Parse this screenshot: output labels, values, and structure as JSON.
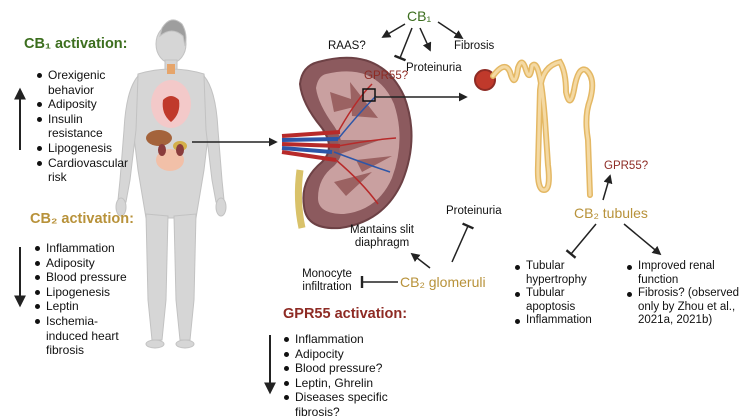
{
  "cb1_activation": {
    "title": "CB₁ activation:",
    "items": [
      "Orexigenic behavior",
      "Adiposity",
      "Insulin resistance",
      "Lipogenesis",
      "Cardiovascular risk"
    ]
  },
  "cb2_activation": {
    "title": "CB₂ activation:",
    "items": [
      "Inflammation",
      "Adiposity",
      "Blood pressure",
      "Lipogenesis",
      "Leptin",
      "Ischemia-induced heart fibrosis"
    ]
  },
  "gpr55_activation": {
    "title": "GPR55 activation:",
    "items": [
      "Inflammation",
      "Adipocity",
      "Blood pressure?",
      "Leptin, Ghrelin",
      "Diseases specific fibrosis?"
    ]
  },
  "kidney": {
    "cb1": "CB₁",
    "raas": "RAAS?",
    "fibrosis": "Fibrosis",
    "proteinuria_top": "Proteinuria",
    "gpr55_kidney": "GPR55?",
    "proteinuria_mid": "Proteinuria",
    "slit": "Mantains slit diaphragm",
    "monocyte": "Monocyte infiltration",
    "cb2_glomeruli": "CB₂ glomeruli",
    "gpr55_tubules": "GPR55?",
    "cb2_tubules": "CB₂ tubules",
    "tubular_items": [
      "Tubular hypertrophy",
      "Tubular apoptosis",
      "Inflammation"
    ],
    "renal_items": [
      "Improved renal function",
      "Fibrosis? (observed only by Zhou et al., 2021a, 2021b)"
    ]
  },
  "colors": {
    "green": "#3c6e1e",
    "gold": "#b8923a",
    "red": "#8e2b24",
    "kidney": "#8a5a5a"
  }
}
